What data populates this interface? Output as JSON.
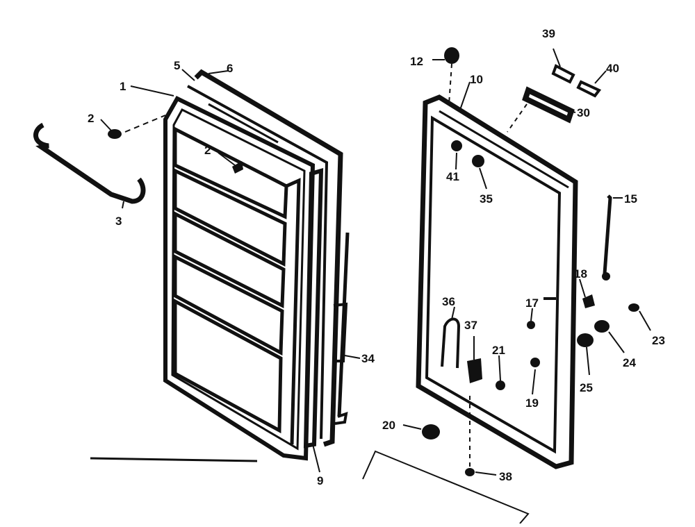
{
  "diagram": {
    "callouts": {
      "c1": "1",
      "c2a": "2",
      "c2b": "2",
      "c3": "3",
      "c5": "5",
      "c6": "6",
      "c9": "9",
      "c10": "10",
      "c12": "12",
      "c15": "15",
      "c17": "17",
      "c18": "18",
      "c19": "19",
      "c20": "20",
      "c21": "21",
      "c23": "23",
      "c24": "24",
      "c25": "25",
      "c30": "30",
      "c34": "34",
      "c35": "35",
      "c36": "36",
      "c37": "37",
      "c38": "38",
      "c39": "39",
      "c40": "40",
      "c41": "41"
    },
    "colors": {
      "ink": "#111111",
      "paper": "#ffffff"
    }
  }
}
